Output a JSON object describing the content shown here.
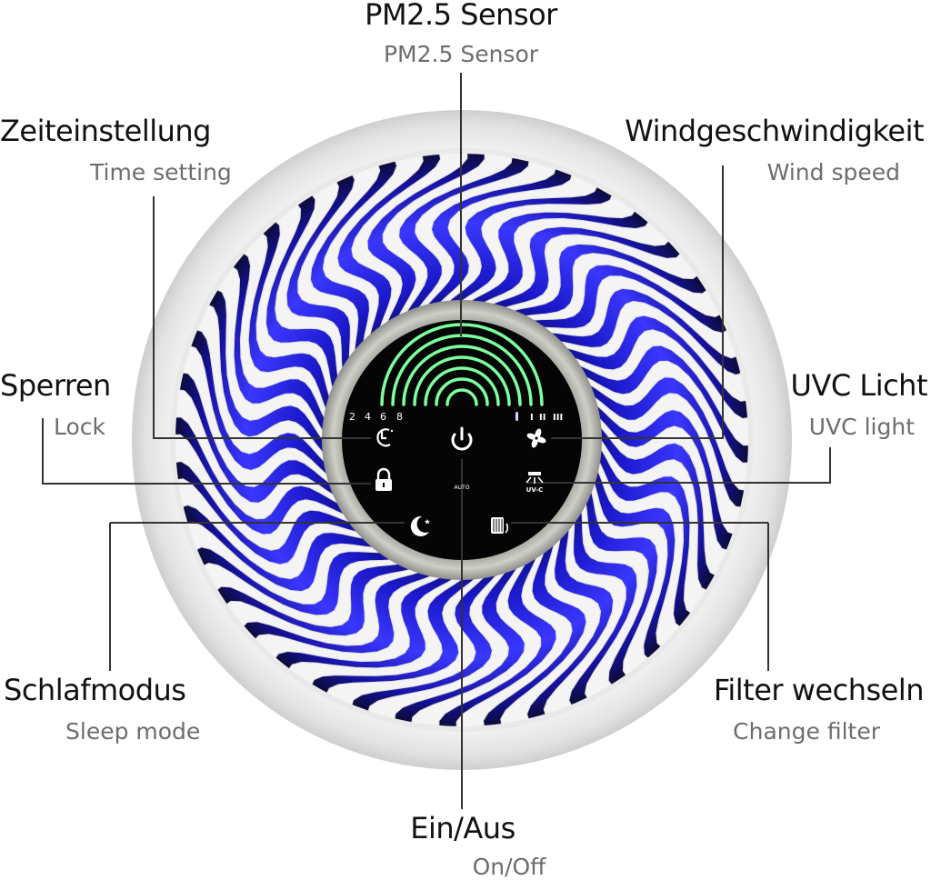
{
  "labels": {
    "pm25_de": "PM2.5 Sensor",
    "pm25_en": "PM2.5 Sensor",
    "time_de": "Zeiteinstellung",
    "time_en": "Time setting",
    "wind_de": "Windgeschwindigkeit",
    "wind_en": "Wind speed",
    "lock_de": "Sperren",
    "lock_en": "Lock",
    "uvc_de": "UVC Licht",
    "uvc_en": "UVC light",
    "sleep_de": "Schlafmodus",
    "sleep_en": "Sleep mode",
    "filter_de": "Filter wechseln",
    "filter_en": "Change filter",
    "power_de": "Ein/Aus",
    "power_en": "On/Off"
  },
  "panel": {
    "timer_values": [
      "2",
      "4",
      "6",
      "8"
    ],
    "speed_levels": [
      "I",
      "II",
      "III"
    ],
    "auto_label": "AUTO",
    "uvc_label": "UV-C"
  },
  "icons": {
    "timer": "clock-icon",
    "power": "power-icon",
    "fan": "fan-icon",
    "lock": "lock-icon",
    "uvc": "uvc-lamp-icon",
    "sleep": "moon-icon",
    "filter": "filter-icon"
  },
  "colors": {
    "sensor_arc": "#7dff9e",
    "glow": "#2e2bff",
    "panel": "#050505",
    "ring": "#b9b9b2"
  }
}
